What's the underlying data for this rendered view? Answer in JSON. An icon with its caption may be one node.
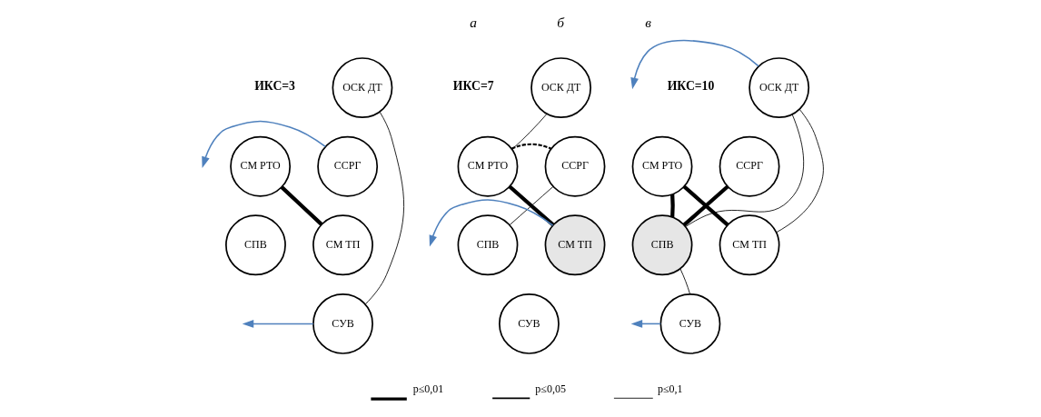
{
  "diagram": {
    "nodes": [
      {
        "text": [
          "ОСК ДТ"
        ]
      },
      {
        "text": [
          "СМ РТО"
        ]
      },
      {
        "text": [
          "ССРГ"
        ]
      },
      {
        "text": [
          "СПВ"
        ]
      },
      {
        "text": [
          "СМ ТП"
        ]
      },
      {
        "text": [
          "СУВ"
        ]
      },
      {
        "text": [
          "ОСК ДТ"
        ]
      },
      {
        "text": [
          "СМ РТО"
        ]
      },
      {
        "text": [
          "ССРГ"
        ]
      },
      {
        "text": [
          "СПВ"
        ]
      },
      {
        "text": [
          "СМ ТП"
        ]
      },
      {
        "text": [
          "СУВ"
        ]
      },
      {
        "text": [
          "ОСК ДТ"
        ]
      },
      {
        "text": [
          "СМ РТО"
        ]
      },
      {
        "text": [
          "ССРГ"
        ]
      },
      {
        "text": [
          "СПВ"
        ]
      },
      {
        "text": [
          "СМ ТП"
        ]
      },
      {
        "text": [
          "СУВ"
        ]
      }
    ],
    "edges": [
      {
        "from": 0,
        "to": 5,
        "arrow": "none"
      },
      {
        "from": 1,
        "to": 4,
        "arrow": "none",
        "style": "thick"
      },
      {
        "from": 2,
        "to": null,
        "arrow": "to",
        "color": "#4f81bd"
      },
      {
        "from": 5,
        "to": null,
        "arrow": "to",
        "color": "#4f81bd"
      },
      {
        "from": 6,
        "to": 7,
        "arrow": "none"
      },
      {
        "from": 7,
        "to": 8,
        "arrow": "none",
        "style": "dashed"
      },
      {
        "from": 8,
        "to": 9,
        "arrow": "none"
      },
      {
        "from": 7,
        "to": 10,
        "arrow": "none",
        "style": "thick"
      },
      {
        "from": 10,
        "to": null,
        "arrow": "to",
        "color": "#4f81bd"
      },
      {
        "from": 12,
        "to": null,
        "arrow": "to",
        "color": "#4f81bd"
      },
      {
        "from": 13,
        "to": 15,
        "arrow": "none",
        "style": "thick"
      },
      {
        "from": 12,
        "to": 15,
        "arrow": "none"
      },
      {
        "from": 12,
        "to": 16,
        "arrow": "none"
      },
      {
        "from": 13,
        "to": 16,
        "arrow": "none",
        "style": "thick"
      },
      {
        "from": 14,
        "to": 15,
        "arrow": "none",
        "style": "thick"
      },
      {
        "from": 15,
        "to": 17,
        "arrow": "none"
      },
      {
        "from": 17,
        "to": null,
        "arrow": "to",
        "color": "#4f81bd"
      }
    ],
    "labels": [
      "а",
      "ИКС=3",
      "б",
      "ИКС=7",
      "в",
      "ИКС=10"
    ],
    "legend": [
      {
        "text": "p≤0,01"
      },
      {
        "text": "p≤0,05"
      },
      {
        "text": "p≤0,1"
      }
    ]
  }
}
